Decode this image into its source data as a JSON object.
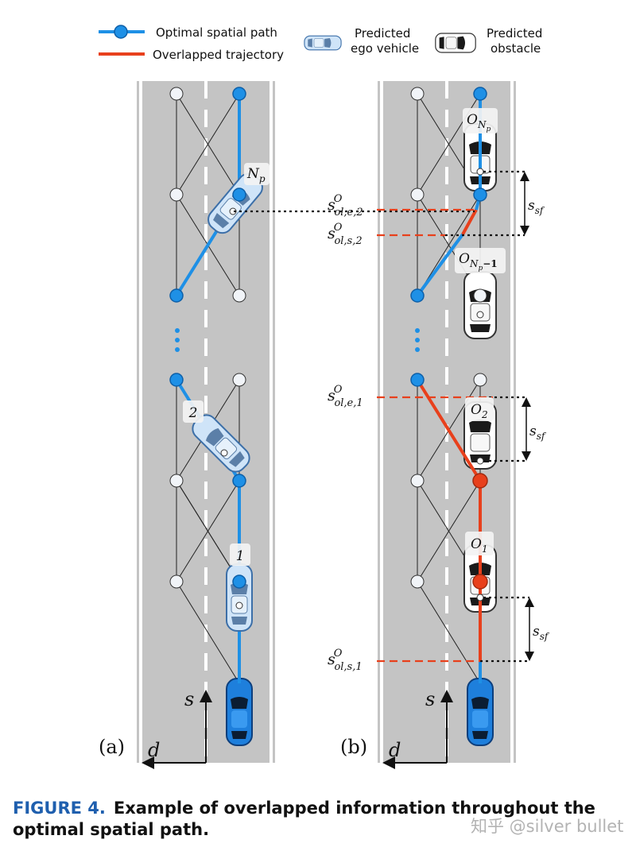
{
  "legend": {
    "optimal_path": "Optimal spatial path",
    "overlapped": "Overlapped trajectory",
    "ego_line1": "Predicted",
    "ego_line2": "ego vehicle",
    "obstacle_line1": "Predicted",
    "obstacle_line2": "obstacle"
  },
  "panel_a": {
    "label": "(a)",
    "axis_s": "s",
    "axis_d": "d",
    "node_labels": [
      "1",
      "2"
    ],
    "np_base": "N",
    "np_sub": "p"
  },
  "panel_b": {
    "label": "(b)",
    "axis_s": "s",
    "axis_d": "d",
    "obstacle_labels": {
      "o1_base": "O",
      "o1_sub": "1",
      "o2_base": "O",
      "o2_sub": "2",
      "onp_base": "O",
      "onp_sub_base": "N",
      "onp_sub_sub": "p",
      "onp1_base": "O",
      "onp1_sub_base": "N",
      "onp1_sub_sub": "p",
      "onp1_suffix": "−1"
    },
    "ssf_base": "s",
    "ssf_sub": "sf",
    "overlap_labels": [
      {
        "base": "s",
        "sup": "O",
        "sub": "ol,e,2"
      },
      {
        "base": "s",
        "sup": "O",
        "sub": "ol,s,2"
      },
      {
        "base": "s",
        "sup": "O",
        "sub": "ol,e,1"
      },
      {
        "base": "s",
        "sup": "O",
        "sub": "ol,s,1"
      }
    ]
  },
  "caption": {
    "label": "FIGURE 4.",
    "text": "Example of overlapped information throughout the optimal spatial path."
  },
  "watermark": "知乎 @silver bullet",
  "colors": {
    "optimal": "#1e90e6",
    "overlap": "#e8401c",
    "road": "#c4c4c4",
    "node_fill": "#f1f4f8",
    "caption_label": "#1f5fae"
  }
}
